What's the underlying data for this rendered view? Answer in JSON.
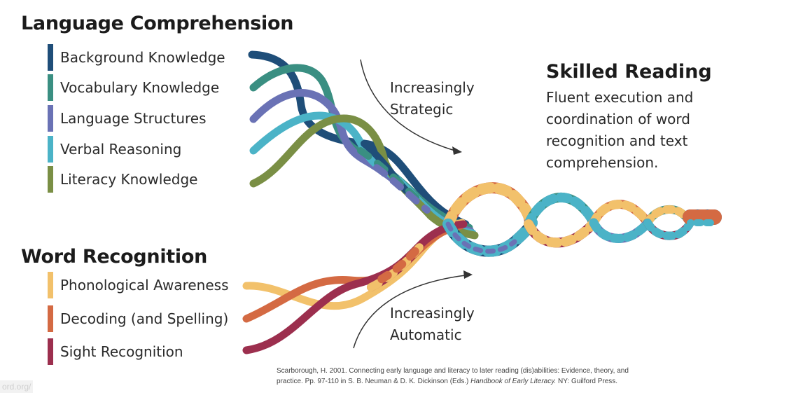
{
  "language_comprehension": {
    "heading": "Language Comprehension",
    "strands": [
      {
        "label": "Background Knowledge",
        "color": "#1f4e79"
      },
      {
        "label": "Vocabulary Knowledge",
        "color": "#3a8f82"
      },
      {
        "label": "Language Structures",
        "color": "#6a72b5"
      },
      {
        "label": "Verbal Reasoning",
        "color": "#4bb3c7"
      },
      {
        "label": "Literacy Knowledge",
        "color": "#7a8f45"
      }
    ]
  },
  "word_recognition": {
    "heading": "Word Recognition",
    "strands": [
      {
        "label": "Phonological Awareness",
        "color": "#f2c16b"
      },
      {
        "label": "Decoding (and Spelling)",
        "color": "#d46a43"
      },
      {
        "label": "Sight Recognition",
        "color": "#9c2f4e"
      }
    ]
  },
  "arrows": {
    "strategic": {
      "line1": "Increasingly",
      "line2": "Strategic"
    },
    "automatic": {
      "line1": "Increasingly",
      "line2": "Automatic"
    }
  },
  "skilled_reading": {
    "title": "Skilled Reading",
    "description_lines": [
      "Fluent execution and",
      "coordination of word",
      "recognition and text",
      "comprehension."
    ]
  },
  "citation": {
    "line1_html": "Scarborough,  H. 2001. Connecting early language and literacy to later reading (dis)abilities: Evidence, theory, and",
    "line2_pre": "practice. Pp. 97-110 in S. B. Neuman & D. K. Dickinson (Eds.) ",
    "line2_italic": "Handbook of Early Literacy.",
    "line2_post": " NY: Guilford Press."
  },
  "watermark": "ord.org/"
}
